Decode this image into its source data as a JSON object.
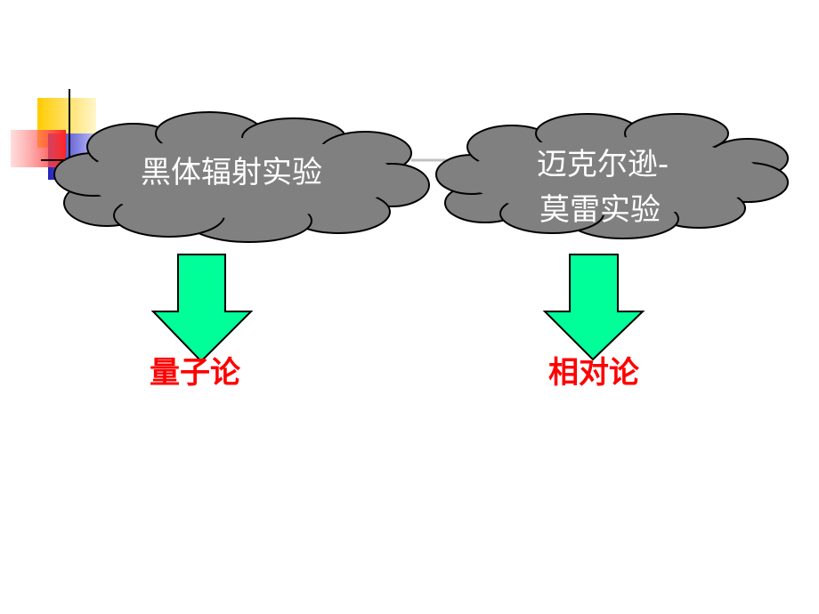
{
  "slide": {
    "colors": {
      "background": "#ffffff",
      "cloud_fill": "#808080",
      "cloud_stroke": "#000000",
      "cloud_text": "#ffffff",
      "arrow_fill": "#00ff99",
      "arrow_stroke": "#000000",
      "result_text": "#ff0000",
      "connector": "#c0c0c0",
      "deco_yellow": "#ffcc00",
      "deco_red": "#ff3333",
      "deco_blue": "#3333cc"
    },
    "left": {
      "experiment_label": "黑体辐射实验",
      "result_label": "量子论"
    },
    "right": {
      "experiment_line1": "迈克尔逊-",
      "experiment_line2": "莫雷实验",
      "result_label": "相对论"
    }
  }
}
